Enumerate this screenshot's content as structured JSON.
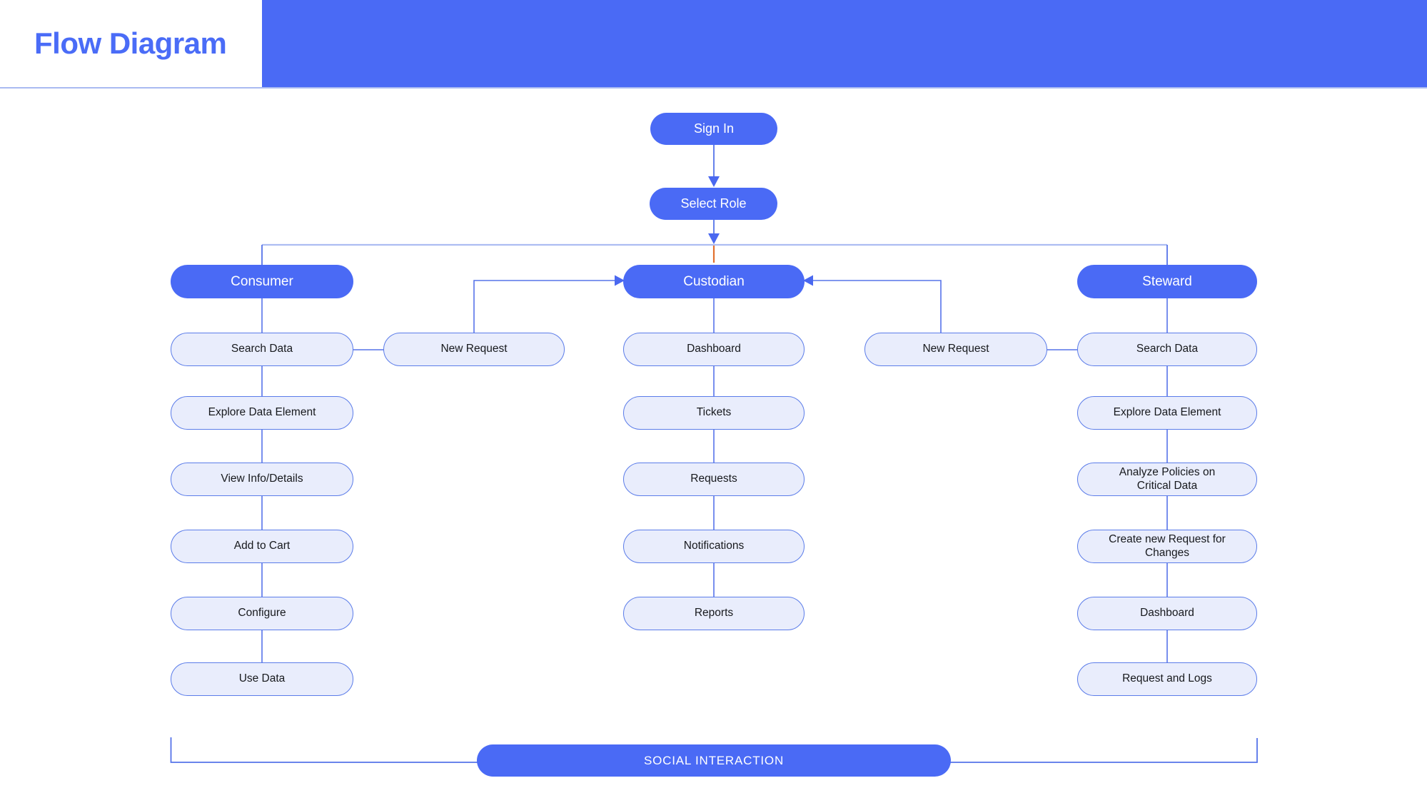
{
  "header": {
    "title": "Flow Diagram"
  },
  "flow": {
    "sign_in": "Sign In",
    "select_role": "Select Role"
  },
  "columns": [
    {
      "role": "Consumer",
      "steps": [
        "Search Data",
        "Explore Data Element",
        "View Info/Details",
        "Add to Cart",
        "Configure",
        "Use Data"
      ]
    },
    {
      "role": "Custodian",
      "steps": [
        "Dashboard",
        "Tickets",
        "Requests",
        "Notifications",
        "Reports"
      ]
    },
    {
      "role": "Steward",
      "steps": [
        "Search Data",
        "Explore Data Element",
        "Analyze Policies on\nCritical Data",
        "Create new Request for\nChanges",
        "Dashboard",
        "Request and Logs"
      ]
    }
  ],
  "connector_nodes": {
    "new_request_left": "New Request",
    "new_request_right": "New Request"
  },
  "footer": {
    "social_interaction": "SOCIAL INTERACTION"
  },
  "colors": {
    "primary_blue": "#4a6af5",
    "title_blue": "#4a6cf7",
    "node_fill": "#e9edfc",
    "node_border": "#5b7ce9",
    "connector_line": "#5673e9",
    "branch_line": "#adbdf2",
    "custodian_drop_line": "#e2702e"
  }
}
